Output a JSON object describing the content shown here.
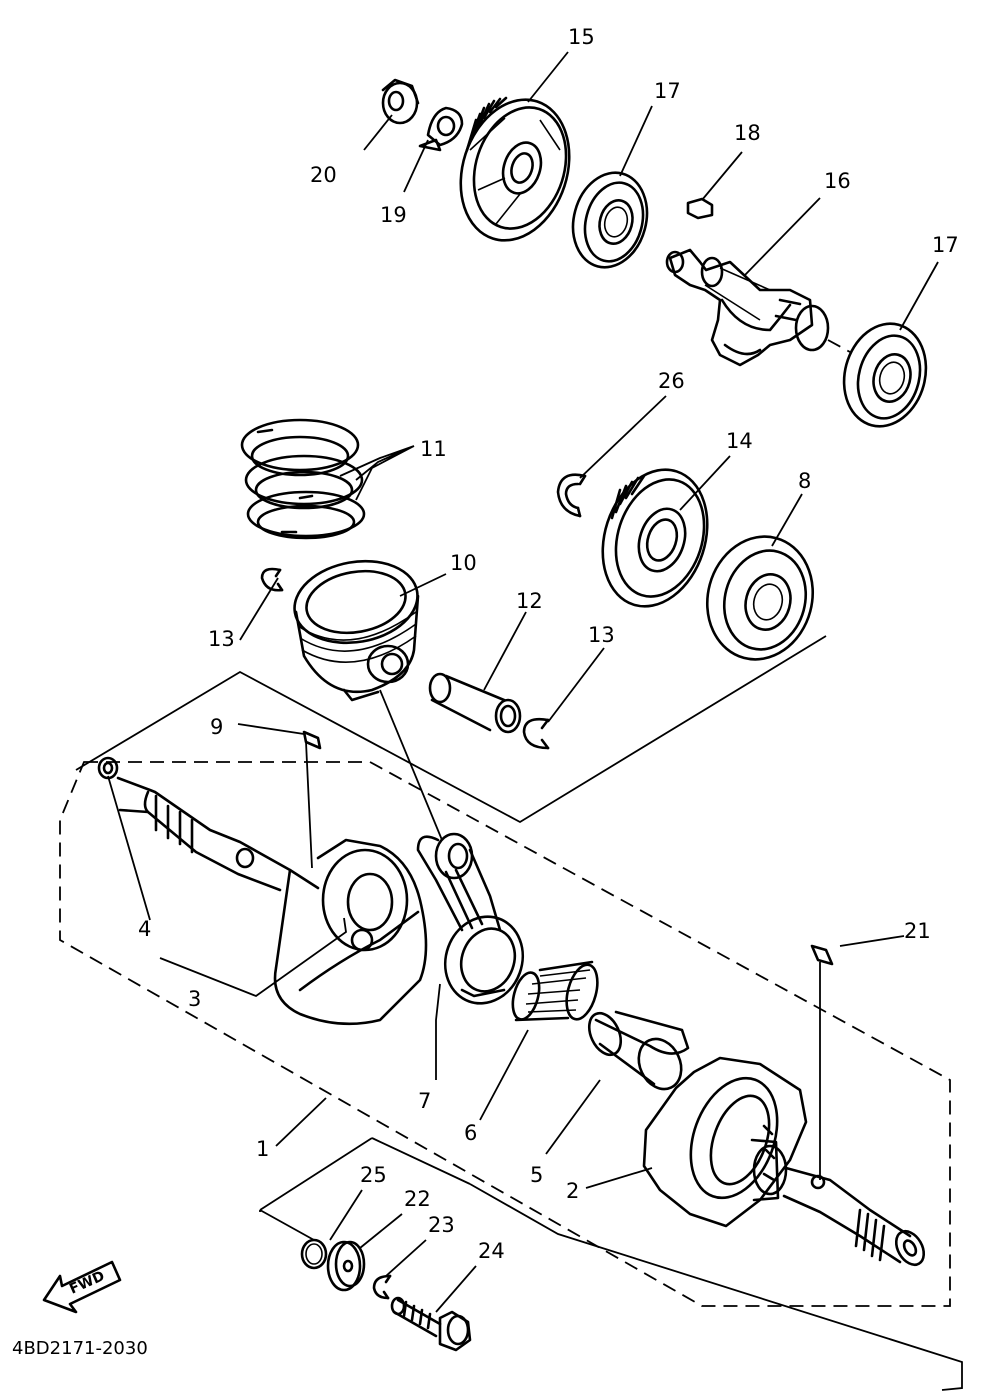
{
  "diagram": {
    "code": "4BD2171-2030",
    "fwd_label": "FWD",
    "callouts": [
      "1",
      "2",
      "3",
      "4",
      "5",
      "6",
      "7",
      "8",
      "9",
      "10",
      "11",
      "12",
      "13",
      "13",
      "14",
      "15",
      "16",
      "17",
      "17",
      "18",
      "19",
      "20",
      "21",
      "22",
      "23",
      "24",
      "25",
      "26"
    ],
    "parts": [
      "crankshaft-assembly",
      "crank-2",
      "crank-3",
      "plug-4",
      "crank-pin-5",
      "needle-bearing-6",
      "connecting-rod-7",
      "bearing-8",
      "key-9",
      "piston-10",
      "piston-ring-set-11",
      "piston-pin-12",
      "piston-pin-clip-13",
      "piston-pin-clip-13",
      "gear-14",
      "gear-15",
      "balancer-shaft-16",
      "bearing-17",
      "bearing-17",
      "key-18",
      "lock-washer-19",
      "nut-20",
      "key-21",
      "washer-22",
      "circlip-23",
      "bolt-24",
      "o-ring-25",
      "circlip-26"
    ]
  }
}
